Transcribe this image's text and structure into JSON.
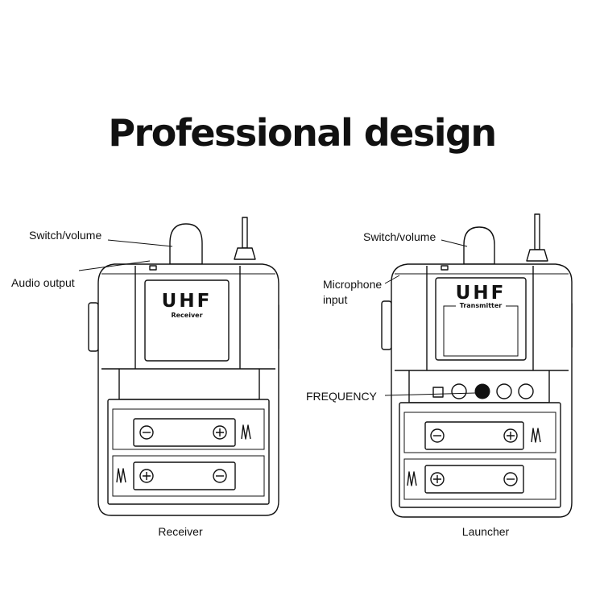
{
  "title": "Professional design",
  "receiver": {
    "switch_label": "Switch/volume",
    "output_label": "Audio output",
    "brand": "UHF",
    "brand_sub": "Receiver",
    "caption": "Receiver"
  },
  "launcher": {
    "switch_label": "Switch/volume",
    "mic_label_line1": "Microphone",
    "mic_label_line2": "input",
    "frequency_label": "FREQUENCY",
    "brand": "UHF",
    "brand_sub": "Transmitter",
    "caption": "Launcher"
  }
}
